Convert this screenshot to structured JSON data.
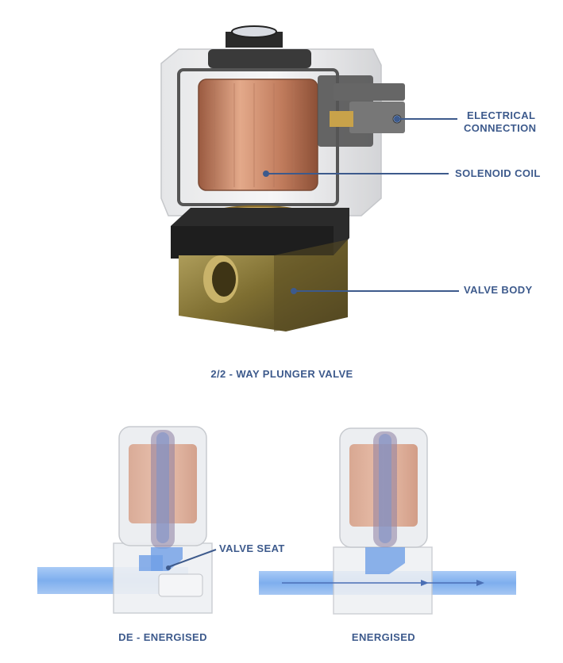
{
  "colors": {
    "label_blue": "#3d5a8c",
    "water_blue": "#8fb8f0",
    "copper": "#c98b6c",
    "brass": "#8a7a3a",
    "dark_gray": "#2b2b2b"
  },
  "main_figure": {
    "labels": {
      "electrical_line1": "ELECTRICAL",
      "electrical_line2": "CONNECTION",
      "coil": "SOLENOID COIL",
      "body": "VALVE BODY"
    },
    "title": "2/2 - WAY PLUNGER VALVE"
  },
  "states": {
    "valve_seat_label": "VALVE SEAT",
    "left_caption": "DE - ENERGISED",
    "right_caption": "ENERGISED"
  }
}
